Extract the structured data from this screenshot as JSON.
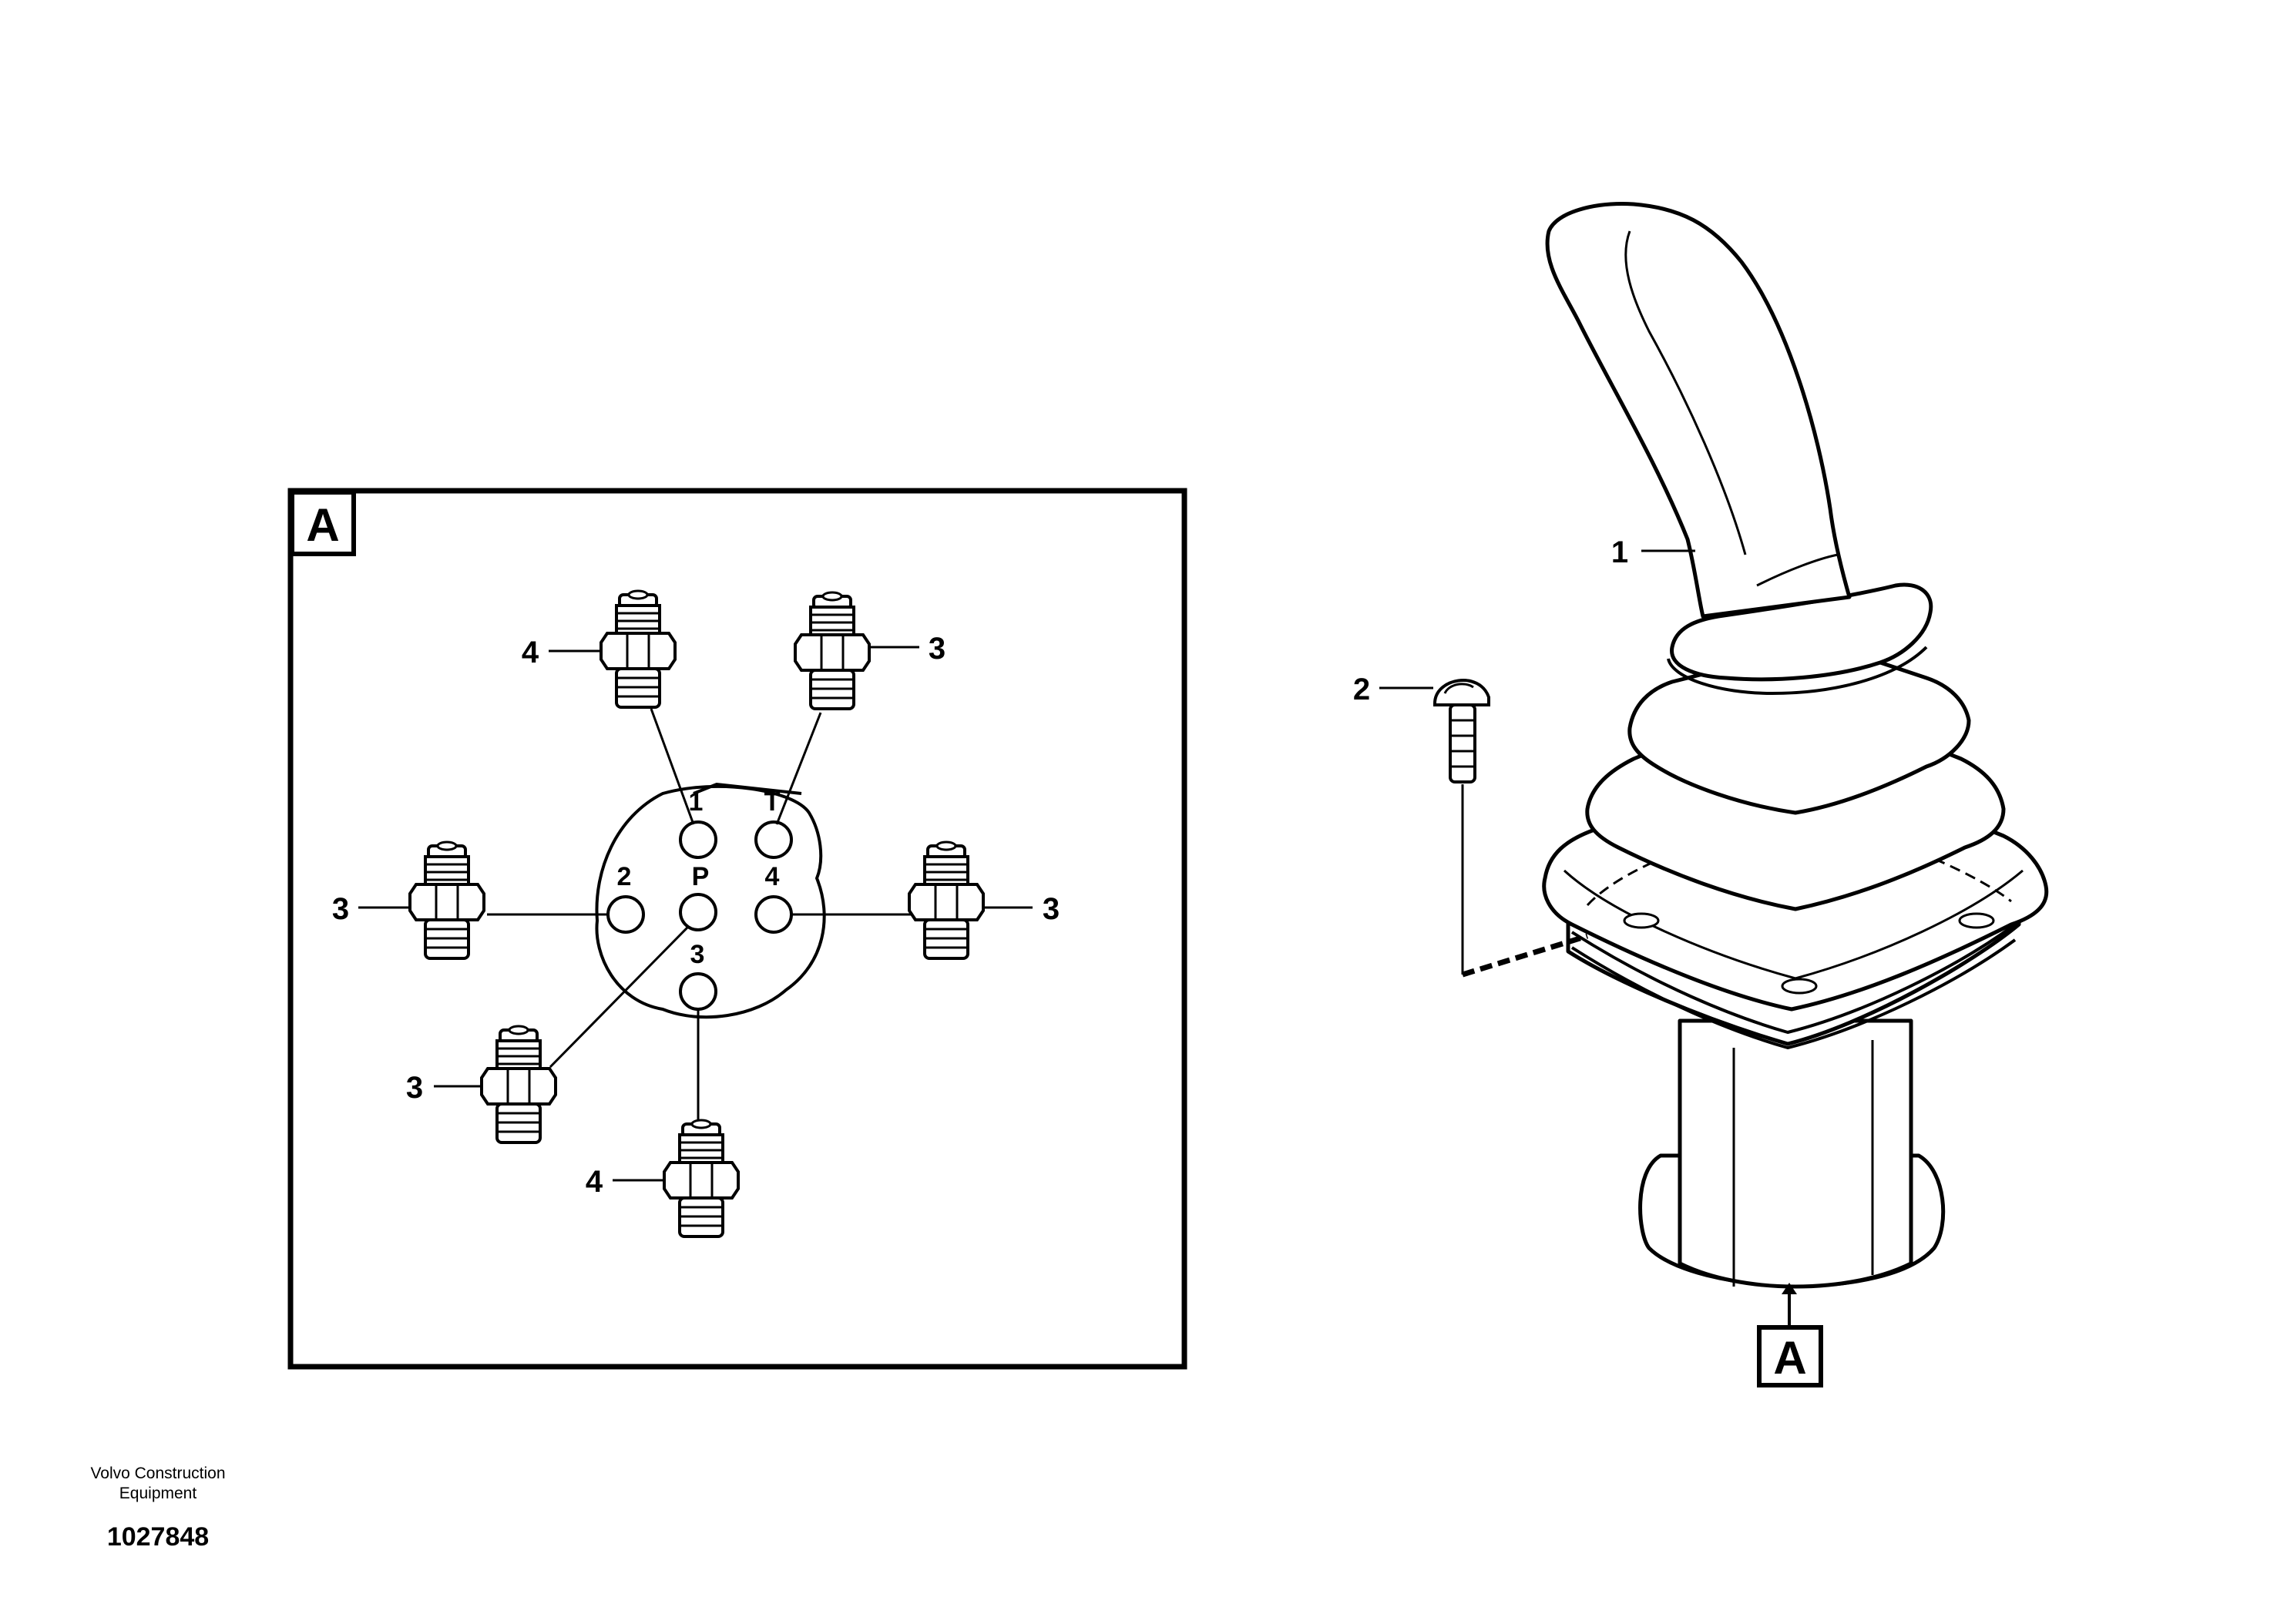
{
  "detail": {
    "label": "A"
  },
  "ports": {
    "p1": "1",
    "pT": "T",
    "p2": "2",
    "pP": "P",
    "p4": "4",
    "p3": "3"
  },
  "callouts": {
    "c_top_left": "4",
    "c_top_right": "3",
    "c_left": "3",
    "c_right": "3",
    "c_low_left": "3",
    "c_bottom": "4",
    "c_lever": "1",
    "c_bolt": "2"
  },
  "view_marker": {
    "label": "A"
  },
  "footer": {
    "company_line1": "Volvo Construction",
    "company_line2": "Equipment",
    "drawing_number": "1027848"
  }
}
